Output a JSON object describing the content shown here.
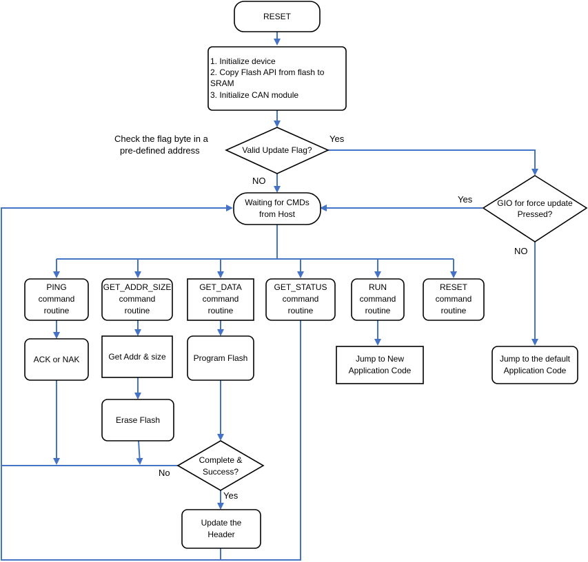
{
  "colors": {
    "connector": "#4472C4",
    "node_border": "#000000",
    "background": "#ffffff"
  },
  "nodes": {
    "reset_top": "RESET",
    "init": [
      "1. Initialize device",
      "2. Copy Flash API from flash to",
      "SRAM",
      "3. Initialize CAN module"
    ],
    "valid_flag": "Valid Update Flag?",
    "check_note": [
      "Check the flag byte in a",
      "pre-defined address"
    ],
    "waiting": [
      "Waiting for CMDs",
      "from Host"
    ],
    "gio": [
      "GIO for force update",
      "Pressed?"
    ],
    "ping": [
      "PING",
      "command",
      "routine"
    ],
    "get_addr_size": [
      "GET_ADDR_SIZE",
      "command",
      "routine"
    ],
    "get_data": [
      "GET_DATA",
      "command",
      "routine"
    ],
    "get_status": [
      "GET_STATUS",
      "command",
      "routine"
    ],
    "run": [
      "RUN",
      "command",
      "routine"
    ],
    "reset_cmd": [
      "RESET",
      "command",
      "routine"
    ],
    "ack_nak": "ACK or NAK",
    "get_addr": "Get Addr & size",
    "program_flash": "Program Flash",
    "erase_flash": "Erase Flash",
    "jump_new": [
      "Jump to New",
      "Application Code"
    ],
    "jump_default": [
      "Jump to the default",
      "Application Code"
    ],
    "complete": [
      "Complete &",
      "Success?"
    ],
    "update_header": [
      "Update the",
      "Header"
    ]
  },
  "edge_labels": {
    "yes_valid": "Yes",
    "no_valid": "NO",
    "yes_gio": "Yes",
    "no_gio": "NO",
    "no_complete": "No",
    "yes_complete": "Yes"
  }
}
